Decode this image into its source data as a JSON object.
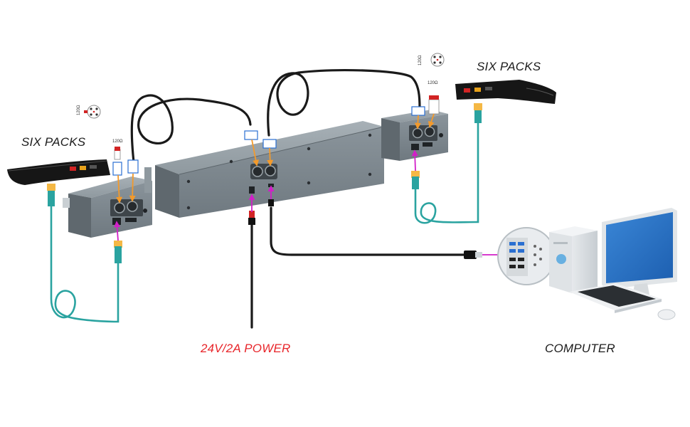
{
  "labels": {
    "six_packs_left": "SIX PACKS",
    "six_packs_right": "SIX PACKS",
    "power": "24V/2A POWER",
    "computer": "COMPUTER",
    "pin_120_left": "120Ω",
    "pin_120_right": "120Ω",
    "pin_label_left_vertical": "120Ω",
    "pin_label_right_vertical": "120Ω"
  },
  "colors": {
    "power_label": "#e8262b",
    "text": "#1c1c1c",
    "teal_cable": "#2aa3a0",
    "black_cable": "#1a1a1a",
    "orange_arrow": "#f39a2b",
    "magenta_arrow": "#d21fc8",
    "box_gray": "#7f8a92"
  },
  "icons": [
    "connector-pin-icon",
    "computer-icon",
    "monitor-icon",
    "keyboard-icon",
    "mouse-icon",
    "usb-plug-icon"
  ]
}
